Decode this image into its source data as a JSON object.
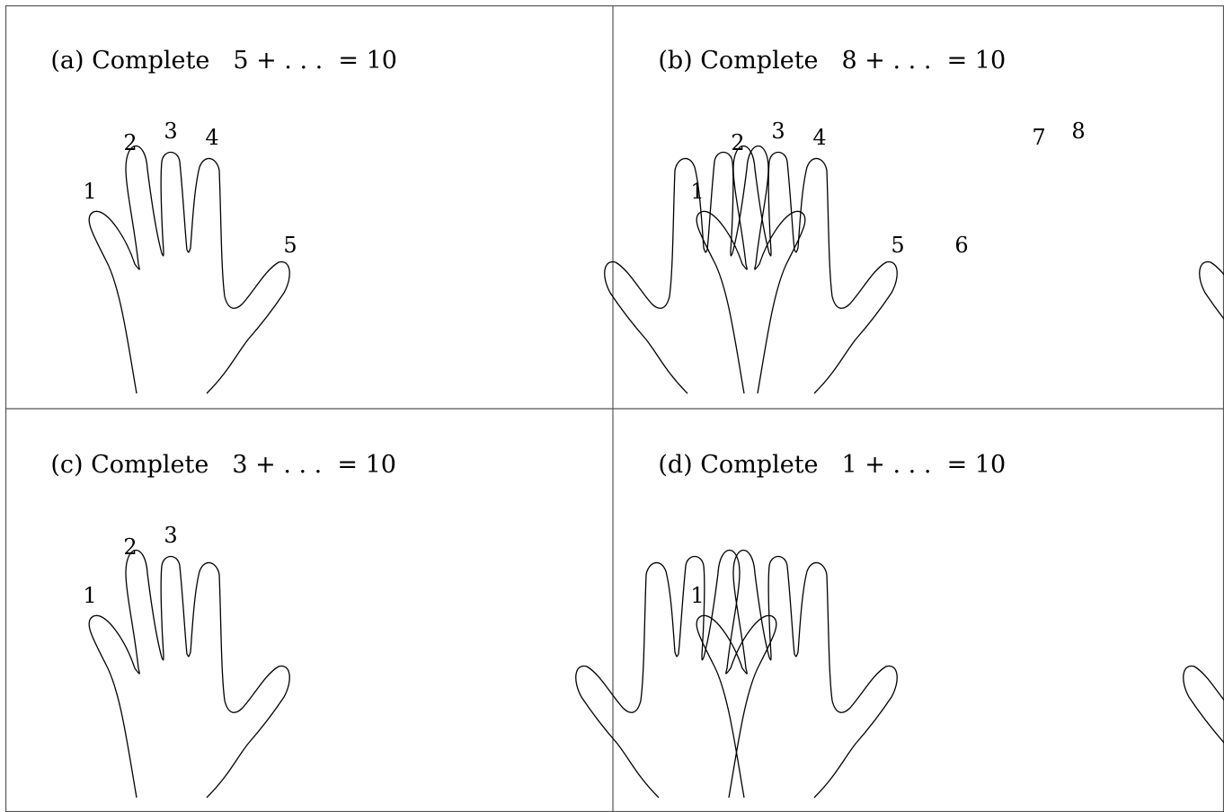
{
  "panels": [
    {
      "id": "a",
      "label": "(a) Complete",
      "equation": "5 + . . .  = 10",
      "left_hand_numbers": [
        "1",
        "2",
        "3",
        "4",
        "5"
      ],
      "right_hand_numbers": [
        "",
        "",
        "",
        "",
        ""
      ]
    },
    {
      "id": "b",
      "label": "(b) Complete",
      "equation": "8 + . . .  = 10",
      "left_hand_numbers": [
        "1",
        "2",
        "3",
        "4",
        "5"
      ],
      "right_hand_numbers": [
        "6",
        "7",
        "8",
        "",
        ""
      ]
    },
    {
      "id": "c",
      "label": "(c) Complete",
      "equation": "3 + . . .  = 10",
      "left_hand_numbers": [
        "1",
        "2",
        "3",
        "",
        ""
      ],
      "right_hand_numbers": [
        "",
        "",
        "",
        "",
        ""
      ]
    },
    {
      "id": "d",
      "label": "(d) Complete",
      "equation": "1 + . . .  = 10",
      "left_hand_numbers": [
        "1",
        "",
        "",
        "",
        ""
      ],
      "right_hand_numbers": [
        "",
        "",
        "",
        "",
        ""
      ]
    }
  ],
  "colors": {
    "stroke": "#000000",
    "background": "#ffffff",
    "grid": "#555555"
  }
}
